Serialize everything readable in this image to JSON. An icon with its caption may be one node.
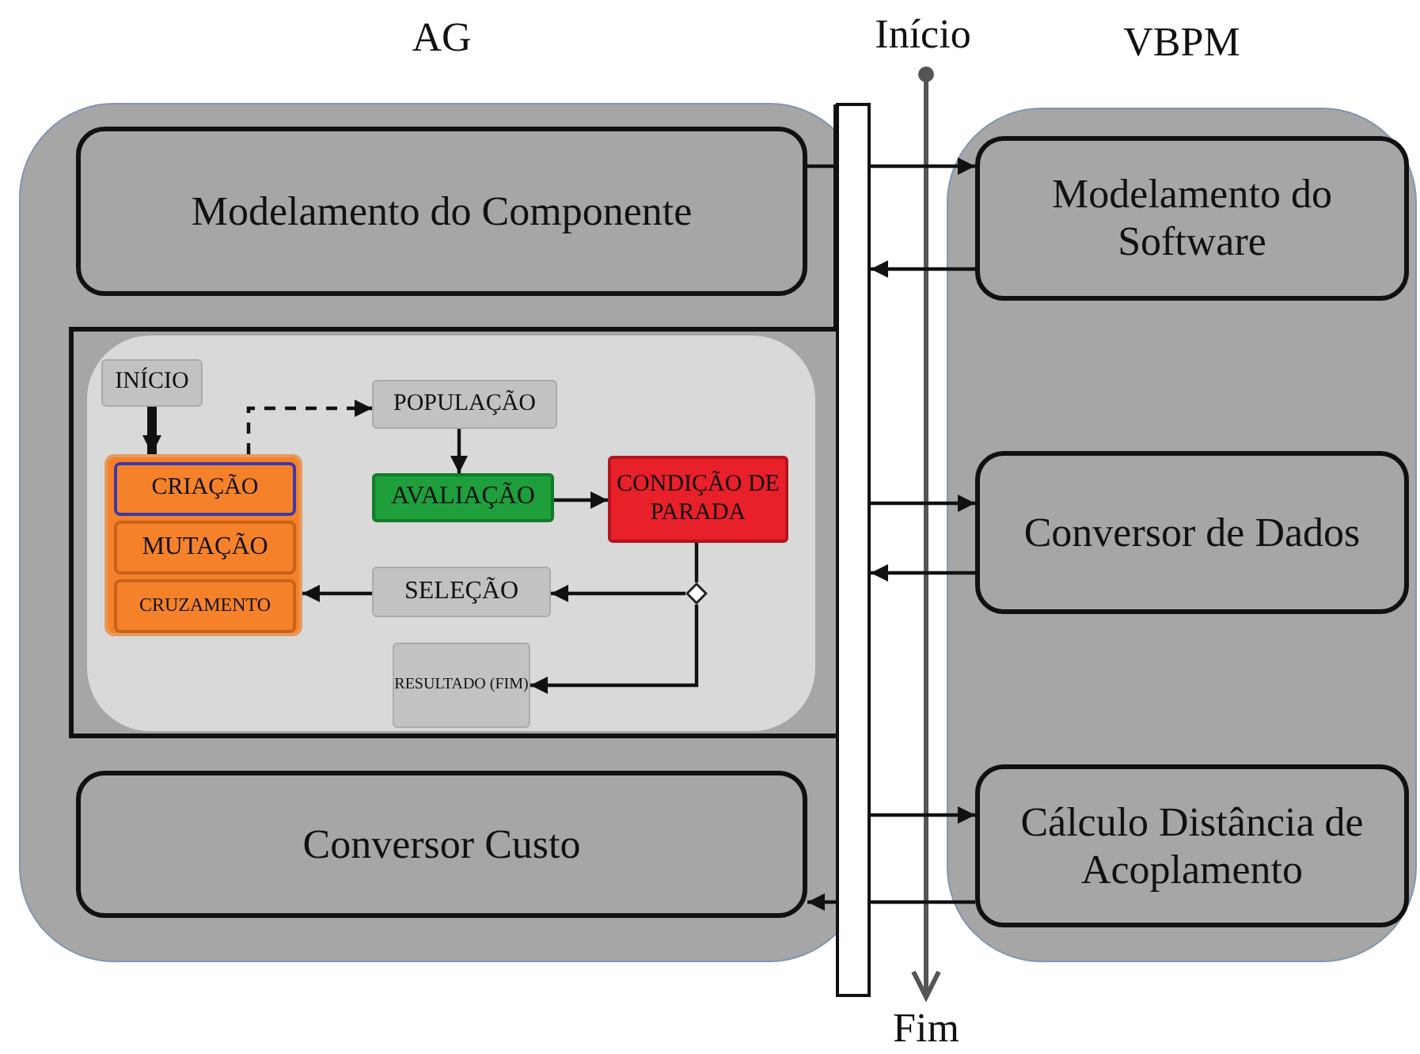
{
  "diagram": {
    "nodes": [
      {
        "text": [
          "AG"
        ]
      },
      {
        "text": [
          "Modelamento do Componente"
        ],
        "in": 0
      },
      {
        "text": [],
        "shape": "box",
        "in": 0
      },
      {
        "text": [
          "INÍCIO"
        ],
        "in": 2
      },
      {
        "text": [],
        "shape": "box",
        "in": 2
      },
      {
        "text": [
          "CRIAÇÃO"
        ],
        "in": 4
      },
      {
        "text": [
          "MUTAÇÃO"
        ],
        "in": 4
      },
      {
        "text": [
          "CRUZAMENTO"
        ],
        "in": 4
      },
      {
        "text": [
          "POPULAÇÃO"
        ],
        "in": 2
      },
      {
        "text": [
          "AVALIAÇÃO"
        ],
        "in": 2
      },
      {
        "text": [
          "CONDIÇÃO DE PARADA"
        ],
        "in": 2
      },
      {
        "text": [],
        "shape": "diamond",
        "in": 2
      },
      {
        "text": [
          "SELEÇÃO"
        ],
        "in": 2
      },
      {
        "text": [
          "RESULTADO (FIM)"
        ],
        "in": 2
      },
      {
        "text": [
          "Conversor Custo"
        ],
        "in": 0
      },
      {
        "text": [
          "VBPM"
        ]
      },
      {
        "text": [
          "Modelamento do Software"
        ],
        "in": 15
      },
      {
        "text": [
          "Conversor de Dados"
        ],
        "in": 15
      },
      {
        "text": [
          "Cálculo Distância de Acoplamento"
        ],
        "in": 15
      },
      {
        "text": [],
        "shape": "bar"
      }
    ],
    "edges": [
      {
        "from": 3,
        "to": 4,
        "arrow": "to",
        "style": "thick"
      },
      {
        "from": 4,
        "to": 8,
        "arrow": "to",
        "style": "dashed"
      },
      {
        "from": 8,
        "to": 9,
        "arrow": "to"
      },
      {
        "from": 9,
        "to": 10,
        "arrow": "to"
      },
      {
        "from": 10,
        "to": 11,
        "arrow": "none"
      },
      {
        "from": 11,
        "to": 12,
        "arrow": "to"
      },
      {
        "from": 12,
        "to": 4,
        "arrow": "to"
      },
      {
        "from": 11,
        "to": 13,
        "arrow": "to"
      },
      {
        "from": 1,
        "to": 19,
        "arrow": "none"
      },
      {
        "from": 19,
        "to": 16,
        "arrow": "to"
      },
      {
        "from": 16,
        "to": 19,
        "arrow": "to"
      },
      {
        "from": 19,
        "to": 17,
        "arrow": "to"
      },
      {
        "from": 17,
        "to": 19,
        "arrow": "to"
      },
      {
        "from": 19,
        "to": 18,
        "arrow": "to"
      },
      {
        "from": 18,
        "to": 19,
        "arrow": "none"
      },
      {
        "from": 19,
        "to": 14,
        "arrow": "to"
      }
    ],
    "labels": [
      "Início",
      "Fim"
    ]
  }
}
